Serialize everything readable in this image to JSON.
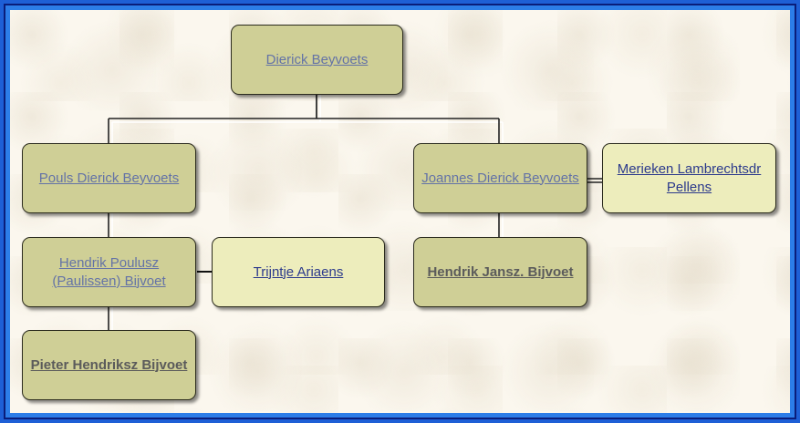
{
  "tree": {
    "root": {
      "name": "Dierick Beyvoets"
    },
    "children": [
      {
        "name": "Pouls Dierick Beyvoets",
        "child": {
          "name": "Hendrik Poulusz (Paulissen) Bijvoet",
          "spouse": "Trijntje Ariaens",
          "child": {
            "name": "Pieter Hendriksz Bijvoet"
          }
        }
      },
      {
        "name": "Joannes Dierick Beyvoets",
        "spouse": "Merieken Lambrechtsdr Pellens",
        "child": {
          "name": "Hendrik Jansz. Bijvoet"
        }
      }
    ]
  },
  "colors": {
    "frame_outer": "#1e5fd6",
    "frame_dark": "#0a1d7a",
    "background": "#fbf7ee",
    "ancestor_fill": "#cfcf96",
    "spouse_fill": "#ededbc",
    "ancestor_text": "#6473a6",
    "spouse_text": "#2c3a8c",
    "leaf_text": "#5b5b5b"
  }
}
